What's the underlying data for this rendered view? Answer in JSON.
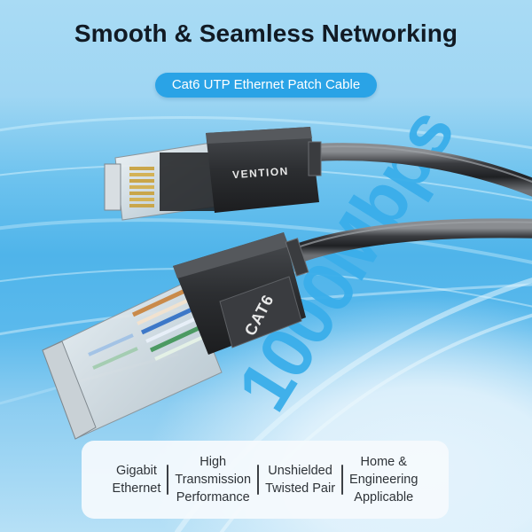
{
  "header": {
    "title": "Smooth & Seamless Networking",
    "subtitle_pill": "Cat6 UTP Ethernet Patch Cable"
  },
  "product": {
    "brand_label": "VENTION",
    "category_label": "CAT6",
    "speed_label": "1000Mbps"
  },
  "features": [
    {
      "label": "Gigabit\nEthernet"
    },
    {
      "label": "High\nTransmission\nPerformance"
    },
    {
      "label": "Unshielded\nTwisted Pair"
    },
    {
      "label": "Home &\nEngineering\nApplicable"
    }
  ],
  "colors": {
    "background_top": "#a9dbf4",
    "background_mid": "#4fb4ea",
    "pill": "#2aa3e6",
    "title_text": "#111a24",
    "speed_text": "#3aaeea",
    "panel": "#f5fafd",
    "connector_boot": "#2e3033"
  }
}
